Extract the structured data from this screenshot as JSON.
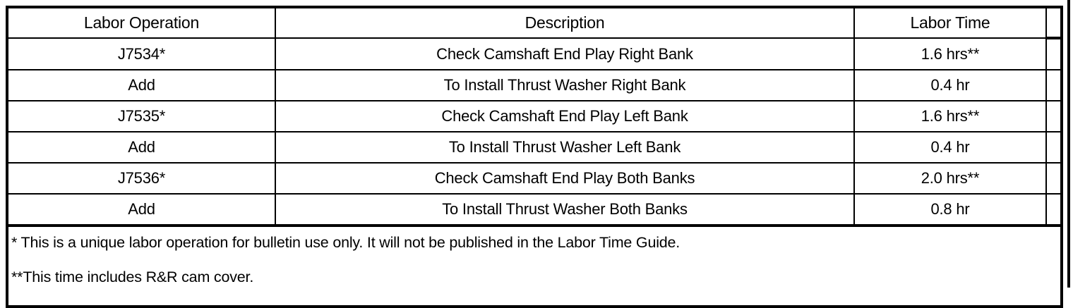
{
  "table": {
    "columns": [
      {
        "key": "labor_operation",
        "label": "Labor Operation"
      },
      {
        "key": "description",
        "label": "Description"
      },
      {
        "key": "labor_time",
        "label": "Labor Time"
      },
      {
        "key": "blank",
        "label": ""
      }
    ],
    "rows": [
      {
        "labor_operation": "J7534*",
        "description": "Check Camshaft End Play Right Bank",
        "labor_time": "1.6 hrs**",
        "blank": ""
      },
      {
        "labor_operation": "Add",
        "description": "To Install Thrust Washer Right Bank",
        "labor_time": "0.4 hr",
        "blank": ""
      },
      {
        "labor_operation": "J7535*",
        "description": "Check Camshaft End Play Left Bank",
        "labor_time": "1.6 hrs**",
        "blank": ""
      },
      {
        "labor_operation": "Add",
        "description": "To Install Thrust Washer Left Bank",
        "labor_time": "0.4 hr",
        "blank": ""
      },
      {
        "labor_operation": "J7536*",
        "description": "Check Camshaft End Play Both Banks",
        "labor_time": "2.0 hrs**",
        "blank": ""
      },
      {
        "labor_operation": "Add",
        "description": "To Install Thrust Washer Both Banks",
        "labor_time": "0.8 hr",
        "blank": ""
      }
    ],
    "notes": [
      "* This is a unique labor operation for bulletin use only. It will not be published in the Labor Time Guide.",
      "**This time includes R&R cam cover."
    ]
  },
  "style": {
    "text_color": "#000000",
    "border_color": "#000000",
    "background": "#ffffff"
  }
}
